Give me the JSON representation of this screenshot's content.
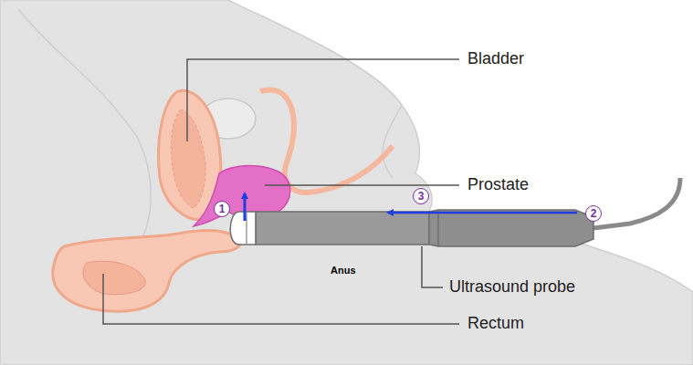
{
  "diagram": {
    "labels": [
      "Bladder",
      "Prostate",
      "Ultrasound probe",
      "Rectum",
      "Anus",
      "1",
      "2",
      "3"
    ]
  }
}
